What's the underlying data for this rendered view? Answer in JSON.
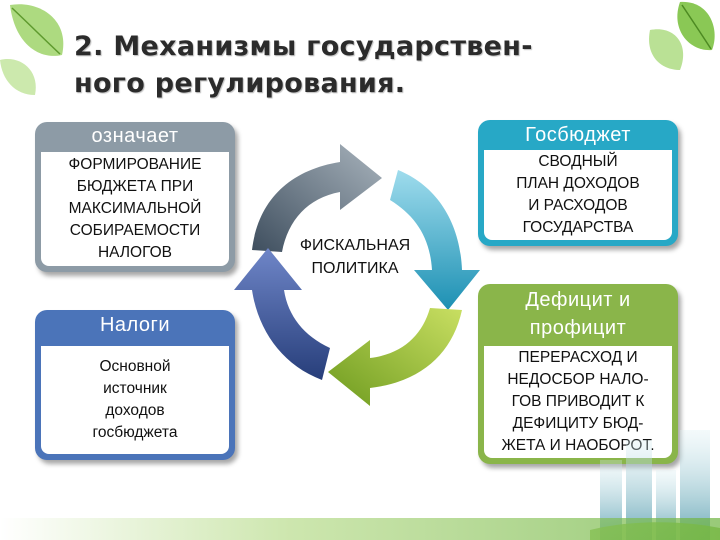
{
  "title": {
    "line1": "2. Механизмы государствен-",
    "line2": "ного регулирования."
  },
  "boxes": {
    "top_left": {
      "header": "означает",
      "body": [
        "ФОРМИРОВАНИЕ",
        "БЮДЖЕТА ПРИ",
        "МАКСИМАЛЬНОЙ",
        "СОБИРАЕМОСТИ",
        "НАЛОГОВ"
      ]
    },
    "bottom_left": {
      "header": "Налоги",
      "body": [
        "Основной",
        "источник",
        "доходов",
        "госбюджета"
      ]
    },
    "top_right": {
      "header": "Госбюджет",
      "body": [
        "СВОДНЫЙ",
        "ПЛАН ДОХОДОВ",
        "И РАСХОДОВ",
        "ГОСУДАРСТВА"
      ]
    },
    "bottom_right": {
      "header_line1": "Дефицит и",
      "header_line2": "профицит",
      "body": [
        "ПЕРЕРАСХОД И",
        "НЕДОСБОР НАЛО-",
        "ГОВ ПРИВОДИТ К",
        "ДЕФИЦИТУ БЮД-",
        "ЖЕТА И НАОБОРОТ."
      ]
    }
  },
  "center": {
    "line1": "ФИСКАЛЬНАЯ",
    "line2": "ПОЛИТИКА"
  },
  "colors": {
    "gray": "#8d9ba6",
    "blue": "#4b74b9",
    "teal": "#27a8c6",
    "green": "#8ab54a",
    "leaf": "#7dc242"
  },
  "icons": [
    "leaf-icon",
    "cycle-arrows-icon",
    "city-buildings-icon"
  ]
}
